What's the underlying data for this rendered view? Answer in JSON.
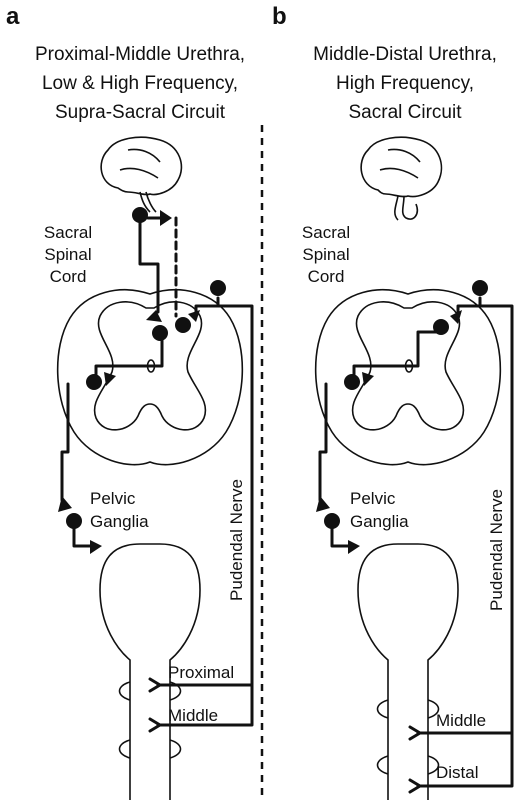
{
  "panels": [
    {
      "letter": "a",
      "title_lines": [
        "Proximal-Middle Urethra,",
        "Low & High Frequency,",
        "Supra-Sacral Circuit"
      ],
      "cord_label_lines": [
        "Sacral",
        "Spinal",
        "Cord"
      ],
      "ganglia_label_lines": [
        "Pelvic",
        "Ganglia"
      ],
      "nerve_label": "Pudendal Nerve",
      "urethra_labels": [
        "Proximal",
        "Middle"
      ]
    },
    {
      "letter": "b",
      "title_lines": [
        "Middle-Distal Urethra,",
        "High Frequency,",
        "Sacral Circuit"
      ],
      "cord_label_lines": [
        "Sacral",
        "Spinal",
        "Cord"
      ],
      "ganglia_label_lines": [
        "Pelvic",
        "Ganglia"
      ],
      "nerve_label": "Pudendal Nerve",
      "urethra_labels": [
        "Middle",
        "Distal"
      ]
    }
  ]
}
